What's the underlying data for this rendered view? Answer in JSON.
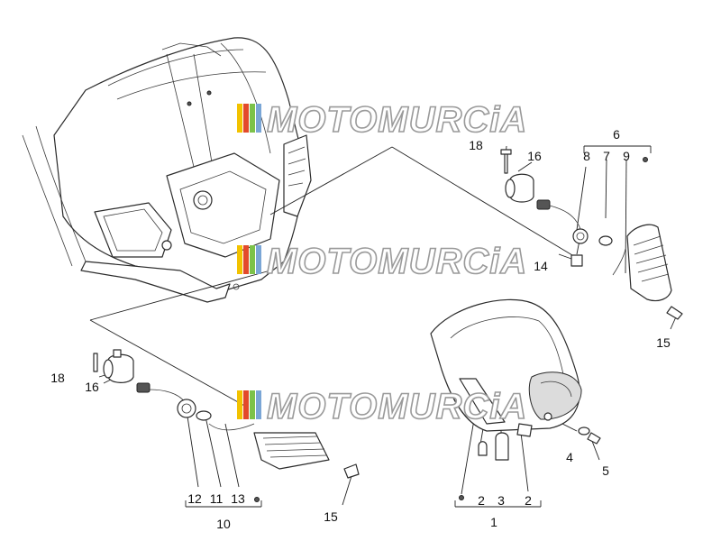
{
  "watermark": {
    "text": "MOTOMURCiA",
    "stripe_colors": [
      "#f2c200",
      "#e34a2a",
      "#7cc24a",
      "#7aa6d6"
    ]
  },
  "callouts": [
    {
      "id": "c1",
      "label": "1"
    },
    {
      "id": "c2a",
      "label": "2"
    },
    {
      "id": "c2b",
      "label": "2"
    },
    {
      "id": "c3",
      "label": "3"
    },
    {
      "id": "c4",
      "label": "4"
    },
    {
      "id": "c5",
      "label": "5"
    },
    {
      "id": "c6",
      "label": "6"
    },
    {
      "id": "c7",
      "label": "7"
    },
    {
      "id": "c8",
      "label": "8"
    },
    {
      "id": "c9",
      "label": "9"
    },
    {
      "id": "c10",
      "label": "10"
    },
    {
      "id": "c11",
      "label": "11"
    },
    {
      "id": "c12",
      "label": "12"
    },
    {
      "id": "c13",
      "label": "13"
    },
    {
      "id": "c14",
      "label": "14"
    },
    {
      "id": "c15a",
      "label": "15"
    },
    {
      "id": "c15b",
      "label": "15"
    },
    {
      "id": "c16a",
      "label": "16"
    },
    {
      "id": "c16b",
      "label": "16"
    },
    {
      "id": "c18a",
      "label": "18"
    },
    {
      "id": "c18b",
      "label": "18"
    }
  ]
}
